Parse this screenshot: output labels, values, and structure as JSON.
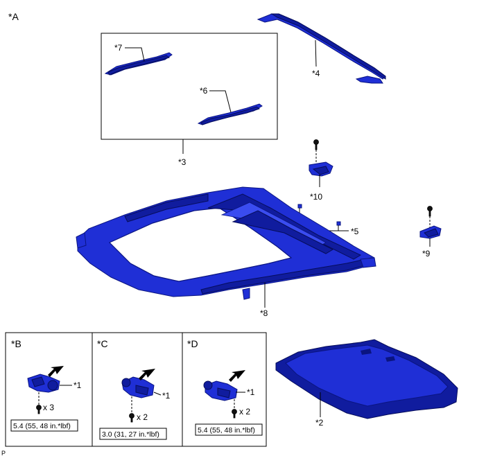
{
  "views": {
    "main": "*A",
    "detail_b": "*B",
    "detail_c": "*C",
    "detail_d": "*D"
  },
  "parts": {
    "p1": "*1",
    "p2": "*2",
    "p3": "*3",
    "p4": "*4",
    "p5": "*5",
    "p6": "*6",
    "p7": "*7",
    "p8": "*8",
    "p9": "*9",
    "p10": "*10"
  },
  "quantities": {
    "b": "x 3",
    "c": "x 2",
    "d": "x 2"
  },
  "torque": {
    "b": "5.4 (55, 48 in.*lbf)",
    "c": "3.0 (31, 27 in.*lbf)",
    "d": "5.4 (55, 48 in.*lbf)"
  },
  "footer_code": "P",
  "colors": {
    "part_fill": "#1f2fd6",
    "part_dark": "#101c9e",
    "outline": "#000000"
  }
}
